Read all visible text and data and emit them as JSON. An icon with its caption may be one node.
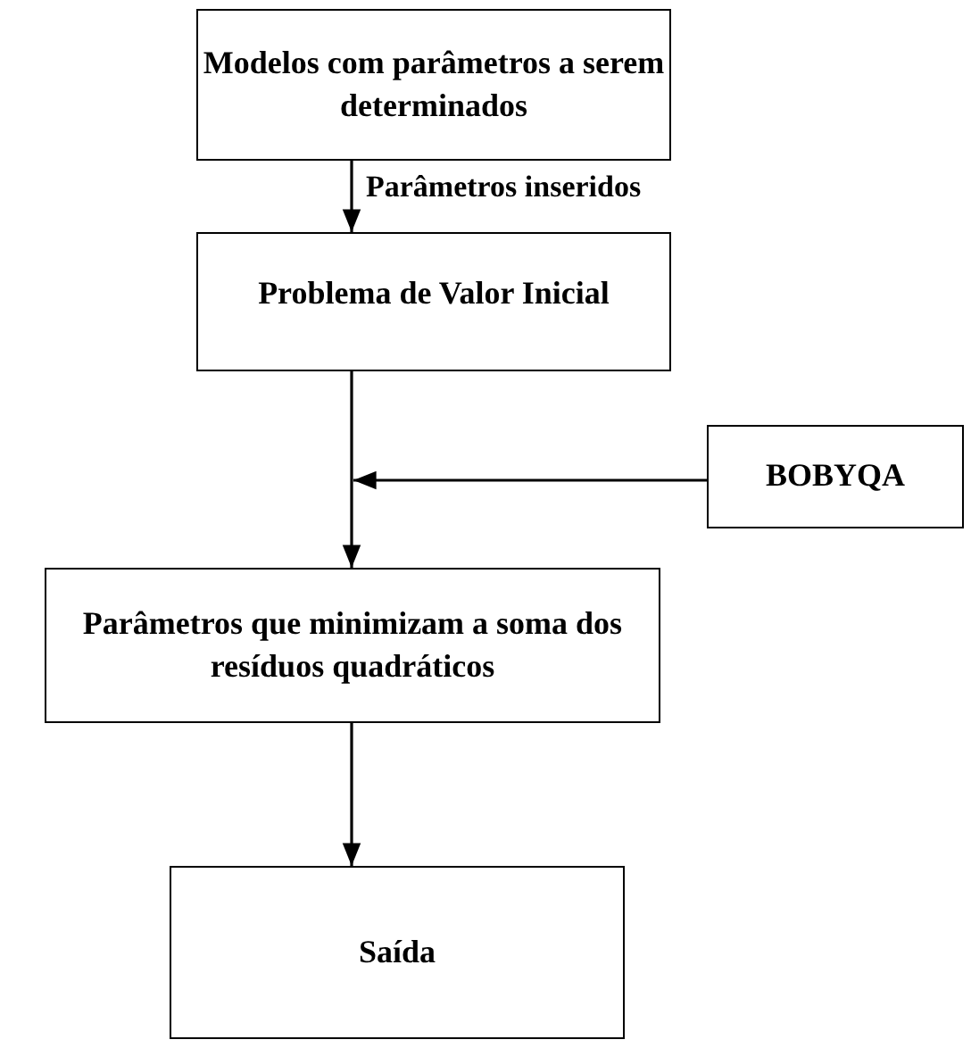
{
  "diagram": {
    "nodes": [
      {
        "text": [
          "Modelos com parâmetros a serem determinados"
        ]
      },
      {
        "text": [
          "Problema de Valor Inicial"
        ]
      },
      {
        "text": [
          "BOBYQA"
        ]
      },
      {
        "text": [
          "Parâmetros que minimizam a soma dos resíduos quadráticos"
        ]
      },
      {
        "text": [
          "Saída"
        ]
      }
    ],
    "edges": [
      {
        "from": 0,
        "to": 1,
        "arrow": "to",
        "label": "Parâmetros inseridos"
      },
      {
        "from": 1,
        "to": 3,
        "arrow": "to"
      },
      {
        "from": 2,
        "to": null,
        "arrow": "to"
      },
      {
        "from": 3,
        "to": 4,
        "arrow": "to"
      }
    ]
  }
}
